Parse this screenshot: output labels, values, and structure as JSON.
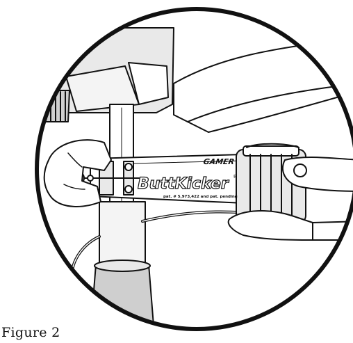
{
  "caption": "Figure 2",
  "product": {
    "brand_prefix": "Butt",
    "brand_suffix": "Kicker",
    "registered_mark": "®",
    "model": "GAMER",
    "patent_text": "pat. # 5,973,422 and pat. pending"
  },
  "colors": {
    "line": "#111111",
    "fill_light": "#ffffff",
    "fill_shade": "#e9e9e9",
    "fill_mid": "#cfcfcf"
  }
}
